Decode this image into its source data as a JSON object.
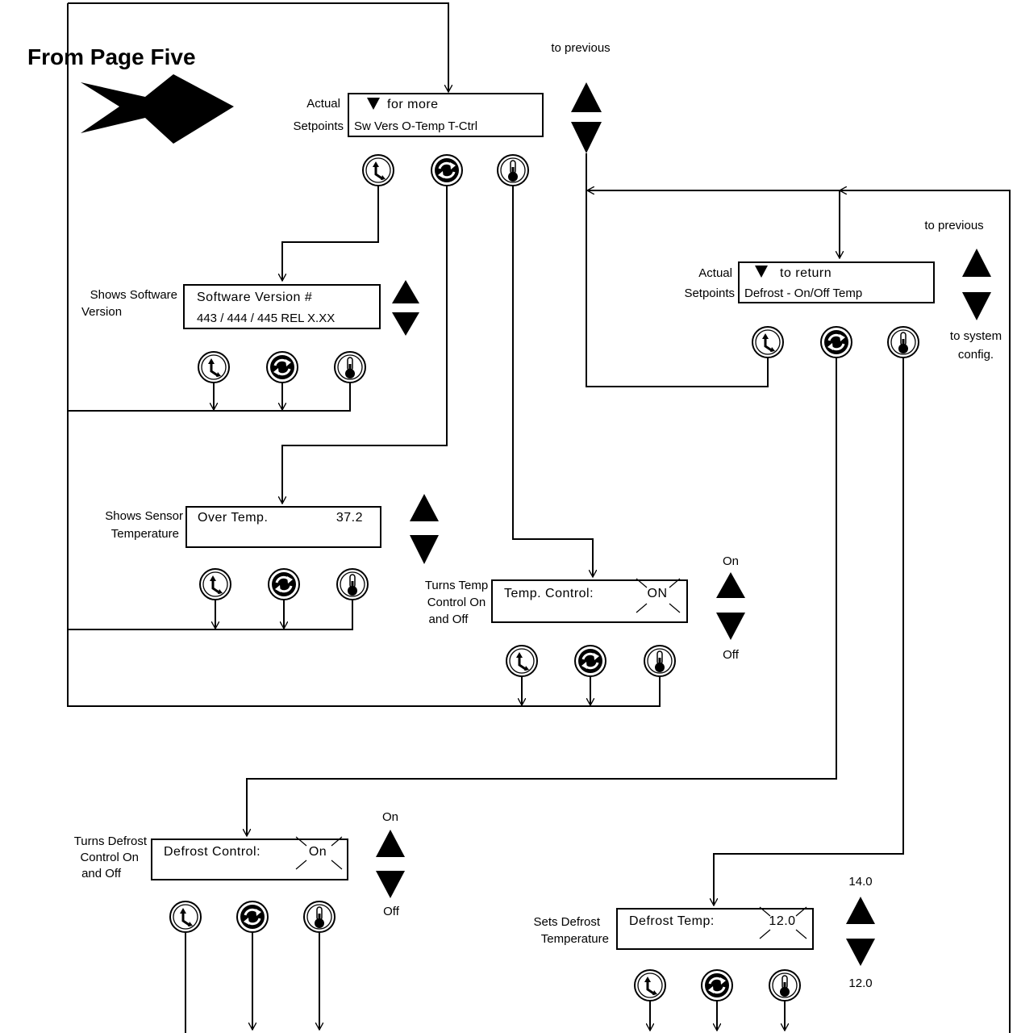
{
  "title": "From Page Five",
  "top_menu": {
    "label_line1": "Actual",
    "label_line2": "Setpoints",
    "lcd_line1": "for more",
    "lcd_line2": "Sw Vers  O-Temp  T-Ctrl",
    "nav_note": "to previous"
  },
  "software": {
    "label_line1": "Shows Software",
    "label_line2": "Version",
    "lcd_line1": "Software Version  #",
    "lcd_line2": "443 / 444 / 445 REL X.XX"
  },
  "sensor": {
    "label_line1": "Shows Sensor",
    "label_line2": "Temperature",
    "lcd_name": "Over Temp.",
    "lcd_value": "37.2"
  },
  "temp_control": {
    "label_line1": "Turns Temp",
    "label_line2": "Control On",
    "label_line3": "and Off",
    "lcd_name": "Temp. Control:",
    "lcd_value": "ON",
    "up_note": "On",
    "down_note": "Off"
  },
  "defrost_menu": {
    "label_line1": "Actual",
    "label_line2": "Setpoints",
    "lcd_line1": "to return",
    "lcd_line2": "Defrost - On/Off     Temp",
    "up_note": "to previous",
    "down_note_line1": "to system",
    "down_note_line2": "config."
  },
  "defrost_control": {
    "label_line1": "Turns Defrost",
    "label_line2": "Control On",
    "label_line3": "and Off",
    "lcd_name": "Defrost Control:",
    "lcd_value": "On",
    "up_note": "On",
    "down_note": "Off"
  },
  "defrost_temp": {
    "label_line1": "Sets Defrost",
    "label_line2": "Temperature",
    "lcd_name": "Defrost Temp:",
    "lcd_value": "12.0",
    "up_note": "14.0",
    "down_note": "12.0"
  },
  "icons": [
    "clock-icon",
    "cycle-icon",
    "thermometer-icon"
  ]
}
